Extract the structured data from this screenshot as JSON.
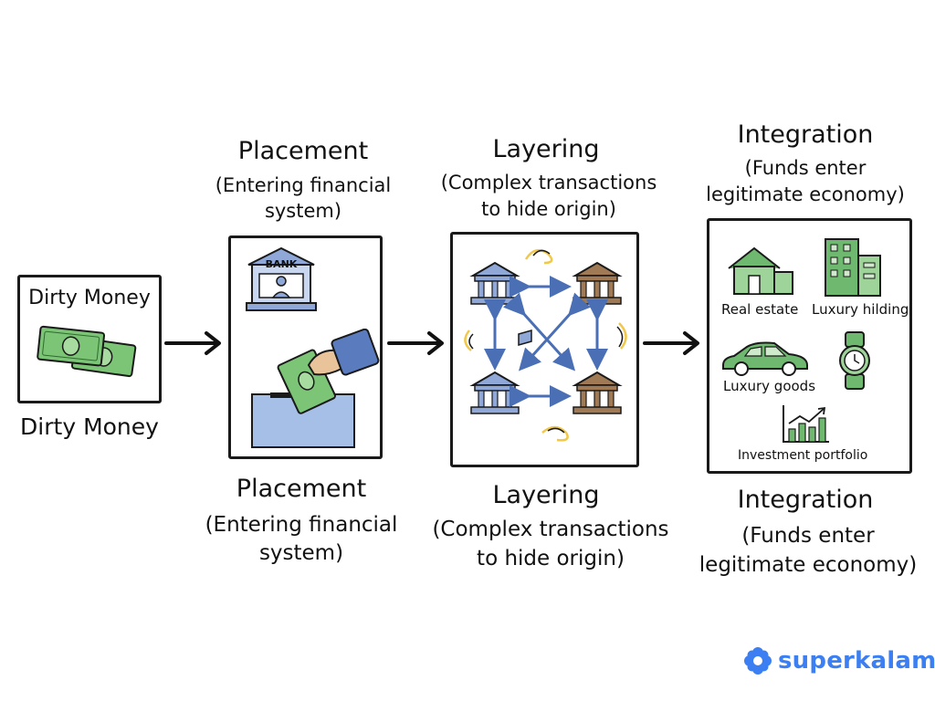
{
  "dirty": {
    "box_label": "Dirty Money",
    "caption": "Dirty Money"
  },
  "placement": {
    "title_top": "Placement",
    "sub_top": [
      "(Entering financial",
      "system)"
    ],
    "title_bottom": "Placement",
    "sub_bottom": [
      "(Entering financial",
      "system)"
    ],
    "bank_sign": "BANK"
  },
  "layering": {
    "title_top": "Layering",
    "sub_top": [
      "(Complex transactions",
      "to hide origin)"
    ],
    "title_bottom": "Layering",
    "sub_bottom": [
      "(Complex transactions",
      "to hide origin)"
    ]
  },
  "integration": {
    "title_top": "Integration",
    "sub_top": [
      "(Funds enter",
      "legitimate economy)"
    ],
    "title_bottom": "Integration",
    "sub_bottom": [
      "(Funds enter",
      "legitimate economy)"
    ],
    "items": {
      "real_estate": "Real estate",
      "luxury_hilding": "Luxury hilding",
      "luxury_goods": "Luxury goods",
      "investment": "Investment portfolio"
    }
  },
  "brand": {
    "name": "superkalam",
    "color": "#3b7ff2"
  },
  "colors": {
    "money": "#7cc576",
    "bank_blue": "#8fa8d8",
    "bank_brown": "#a07a55",
    "arrow_blue": "#4a6fb5",
    "accent_yellow": "#f2c84b",
    "building_green": "#6fb870"
  }
}
